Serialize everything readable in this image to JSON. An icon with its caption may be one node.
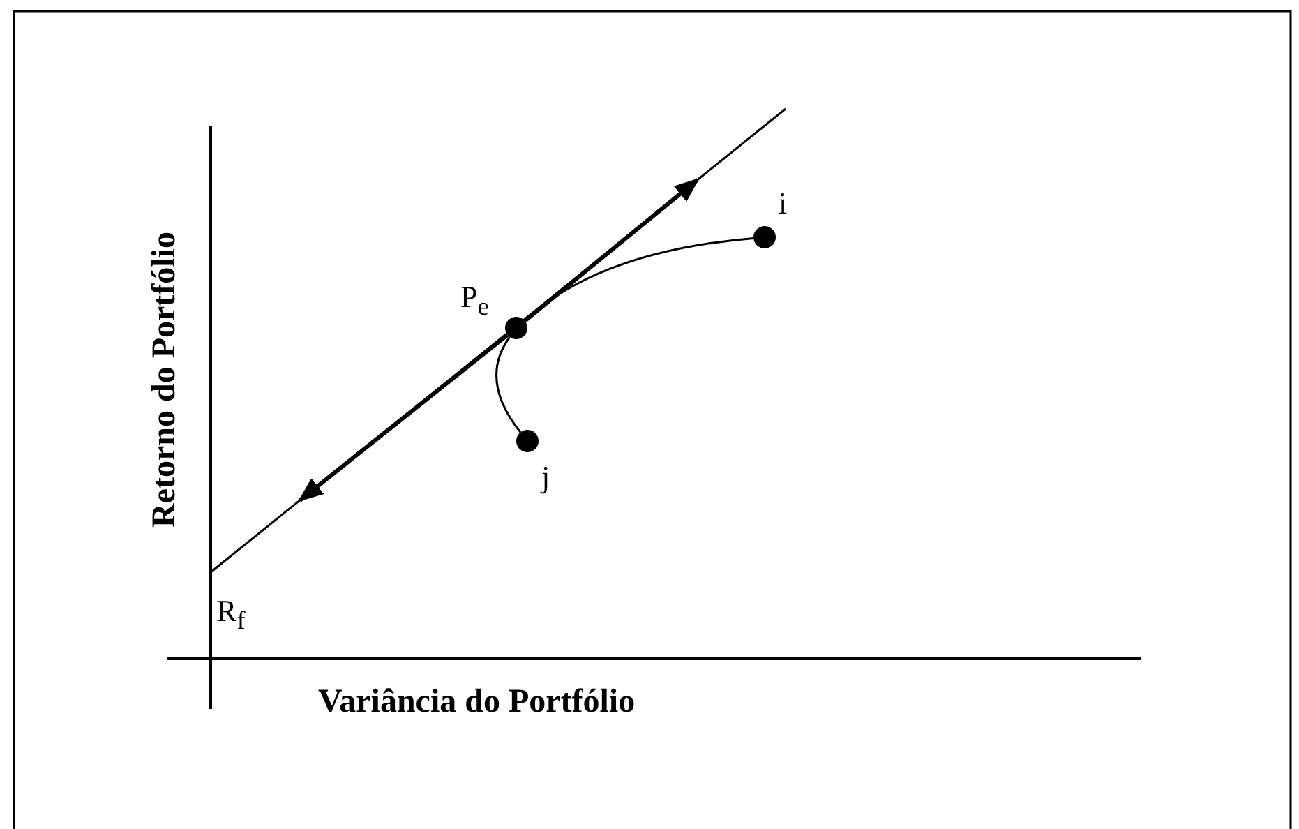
{
  "diagram": {
    "nodes": [
      {
        "text": [],
        "shape": "circle",
        "beside": [
          "P$_{e}$"
        ]
      },
      {
        "text": [],
        "shape": "circle",
        "beside": [
          "i"
        ]
      },
      {
        "text": [],
        "shape": "circle",
        "beside": [
          "j"
        ]
      }
    ],
    "edges": [
      {
        "from": 1,
        "to": 0,
        "arrow": "none"
      },
      {
        "from": 2,
        "to": 0,
        "arrow": "none"
      },
      {
        "from": 0,
        "to": null,
        "arrow": "to",
        "style": "thick"
      },
      {
        "from": 0,
        "to": null,
        "arrow": "to",
        "style": "thick"
      }
    ],
    "labels": [
      "Retorno do Portfólio",
      "R$_{f}$",
      "Variância do Portfólio"
    ]
  }
}
